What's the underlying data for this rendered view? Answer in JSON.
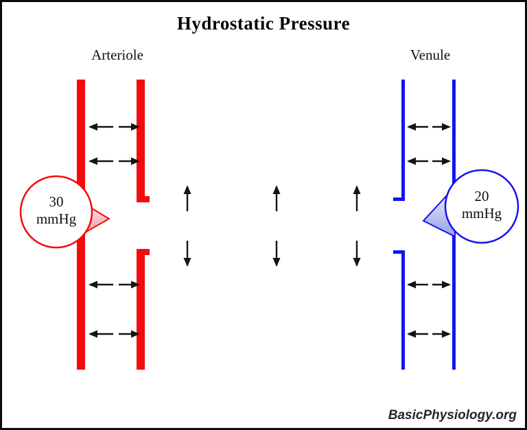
{
  "title": "Hydrostatic Pressure",
  "vessels": {
    "arteriole": {
      "label": "Arteriole",
      "pressure_value": "30",
      "pressure_unit": "mmHg",
      "wall_color": "#f40b0b",
      "wall_thickness": "thick"
    },
    "venule": {
      "label": "Venule",
      "pressure_value": "20",
      "pressure_unit": "mmHg",
      "wall_color": "#1412f2",
      "wall_thickness": "thin"
    }
  },
  "capillary": {
    "wall_style": "dashed",
    "gradient_colors": [
      "#f30d16",
      "#cc1350",
      "#8d1fa0",
      "#5526d8",
      "#1b15f2"
    ],
    "top_arrows_direction": "up-outward",
    "bottom_arrows_direction": "down-outward"
  },
  "arrows": {
    "color": "#141414",
    "wall_arrow_meaning": "outward pressure on vessel walls",
    "wall_arrow_rows": 4,
    "capillary_arrow_columns": 3
  },
  "watermark": "BasicPhysiology.org",
  "frame_color": "#0a0a0a",
  "background_color": "#ffffff"
}
